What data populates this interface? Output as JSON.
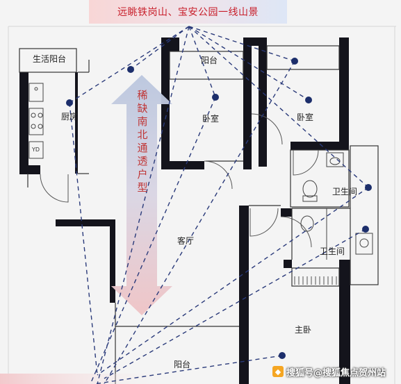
{
  "banner": {
    "text": "远眺铁岗山、宝安公园一线山景"
  },
  "rooms": {
    "living_balcony": "生活阳台",
    "kitchen": "厨房",
    "balcony_top": "阳台",
    "bedroom_1": "卧室",
    "bedroom_2": "卧室",
    "bathroom_1": "卫生间",
    "bathroom_2": "卫生间",
    "living_room": "客厅",
    "master_bedroom": "主卧",
    "balcony_bottom": "阳台"
  },
  "appliance_label": "YD",
  "feature_text": [
    "稀",
    "缺",
    "南",
    "北",
    "通",
    "透",
    "户",
    "型"
  ],
  "watermark": {
    "text": "搜狐号@搜狐焦点贺州站",
    "icon": "sohu-logo-icon"
  },
  "colors": {
    "banner_text": "#c81e2a",
    "wall": "#14141c",
    "marker": "#1c2e6b",
    "arrow_blue": "#b7c3dc",
    "arrow_pink": "#eebfc1"
  }
}
